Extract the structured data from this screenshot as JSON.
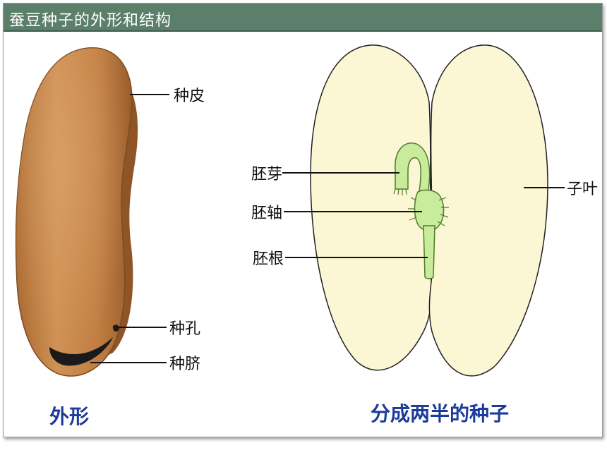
{
  "title": "蚕豆种子的外形和结构",
  "exterior": {
    "caption": "外形",
    "labels": {
      "seed_coat": "种皮",
      "micropyle": "种孔",
      "hilum": "种脐"
    }
  },
  "halves": {
    "caption": "分成两半的种子",
    "labels": {
      "plumule": "胚芽",
      "hypocotyl": "胚轴",
      "radicle": "胚根",
      "cotyledon": "子叶"
    }
  },
  "colors": {
    "title_bar": "#5b7f6a",
    "seed_coat": "#c8864a",
    "cotyledon": "#fbf6d4",
    "embryo": "#c9ec9c",
    "caption": "#1c3b9a"
  }
}
